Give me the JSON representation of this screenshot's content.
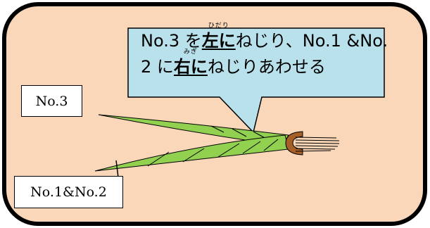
{
  "colors": {
    "panel_fill": "#fad7b9",
    "panel_border": "#000000",
    "callout_fill": "#b9e1eb",
    "strand_green": "#92d050",
    "clip_brown": "#a65f27"
  },
  "callout": {
    "line1_prefix": "No.3 を",
    "line1_emph": "左に",
    "line1_ruby": "ひだり",
    "line1_suffix": "ねじり、No.1 &No.",
    "line2_prefix": "2 に",
    "line2_emph": "右に",
    "line2_ruby": "みぎ",
    "line2_suffix": "ねじりあわせる"
  },
  "labels": {
    "strand3": "No.3",
    "strand12": "No.1&No.2"
  }
}
